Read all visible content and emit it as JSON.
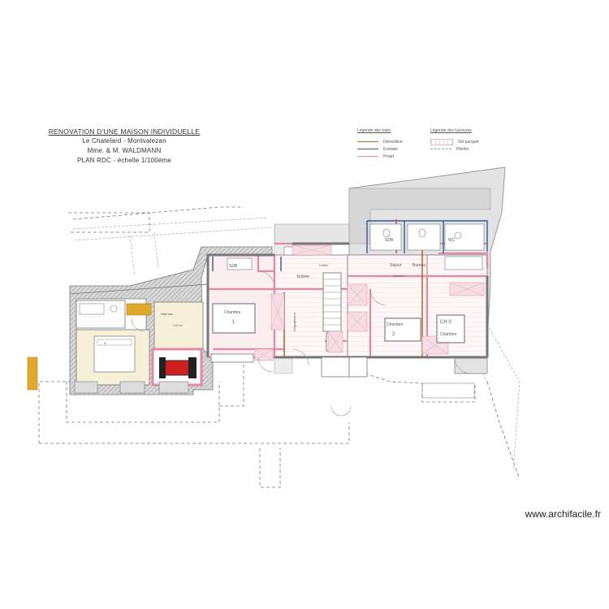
{
  "title_block": {
    "line1": "RENOVATION D'UNE MAISON INDIVIDUELLE",
    "line2": "Le Chatelard - Montvalezan",
    "line3": "Mme. & M. WALDMANN",
    "line4": "PLAN RDC - échelle 1/100ème"
  },
  "legend_left": {
    "heading": "Légende des traits",
    "items": [
      {
        "label": "Démolition",
        "color": "#c0652a"
      },
      {
        "label": "Existant",
        "color": "#2c5aa0"
      },
      {
        "label": "Projet",
        "color": "#e28aa4"
      }
    ]
  },
  "legend_right": {
    "heading": "Légende des hachures",
    "items": [
      {
        "label": "Sol parquet"
      },
      {
        "label": "Plinthe"
      }
    ]
  },
  "rooms": {
    "sdb_west": "SDB",
    "chambre_1": "Chambre",
    "chambre_1_num": "1",
    "cellier": "Cellier",
    "entree": "Entrée",
    "sejour": "Séjour",
    "bureau": "Bureau",
    "degagement": "Dégagement",
    "sdb_2": "SDB",
    "wc": "WC",
    "chambre_2": "Chambre",
    "chambre_2_num": "2",
    "ch3": "CH 3",
    "cuisine": "Cuisine",
    "annexe_small": "Salle eau",
    "annexe_room": "Chambre"
  },
  "website": "www.archifacile.fr",
  "colors": {
    "wall": "#888888",
    "wall_hatch": "#bbbbbb",
    "existing": "#2c5aa0",
    "demolition": "#c0652a",
    "project": "#e28aa4",
    "annex_floor": "#f6f0d8",
    "appliance": "#e0a92b",
    "floor_pink": "#fbeef1"
  }
}
